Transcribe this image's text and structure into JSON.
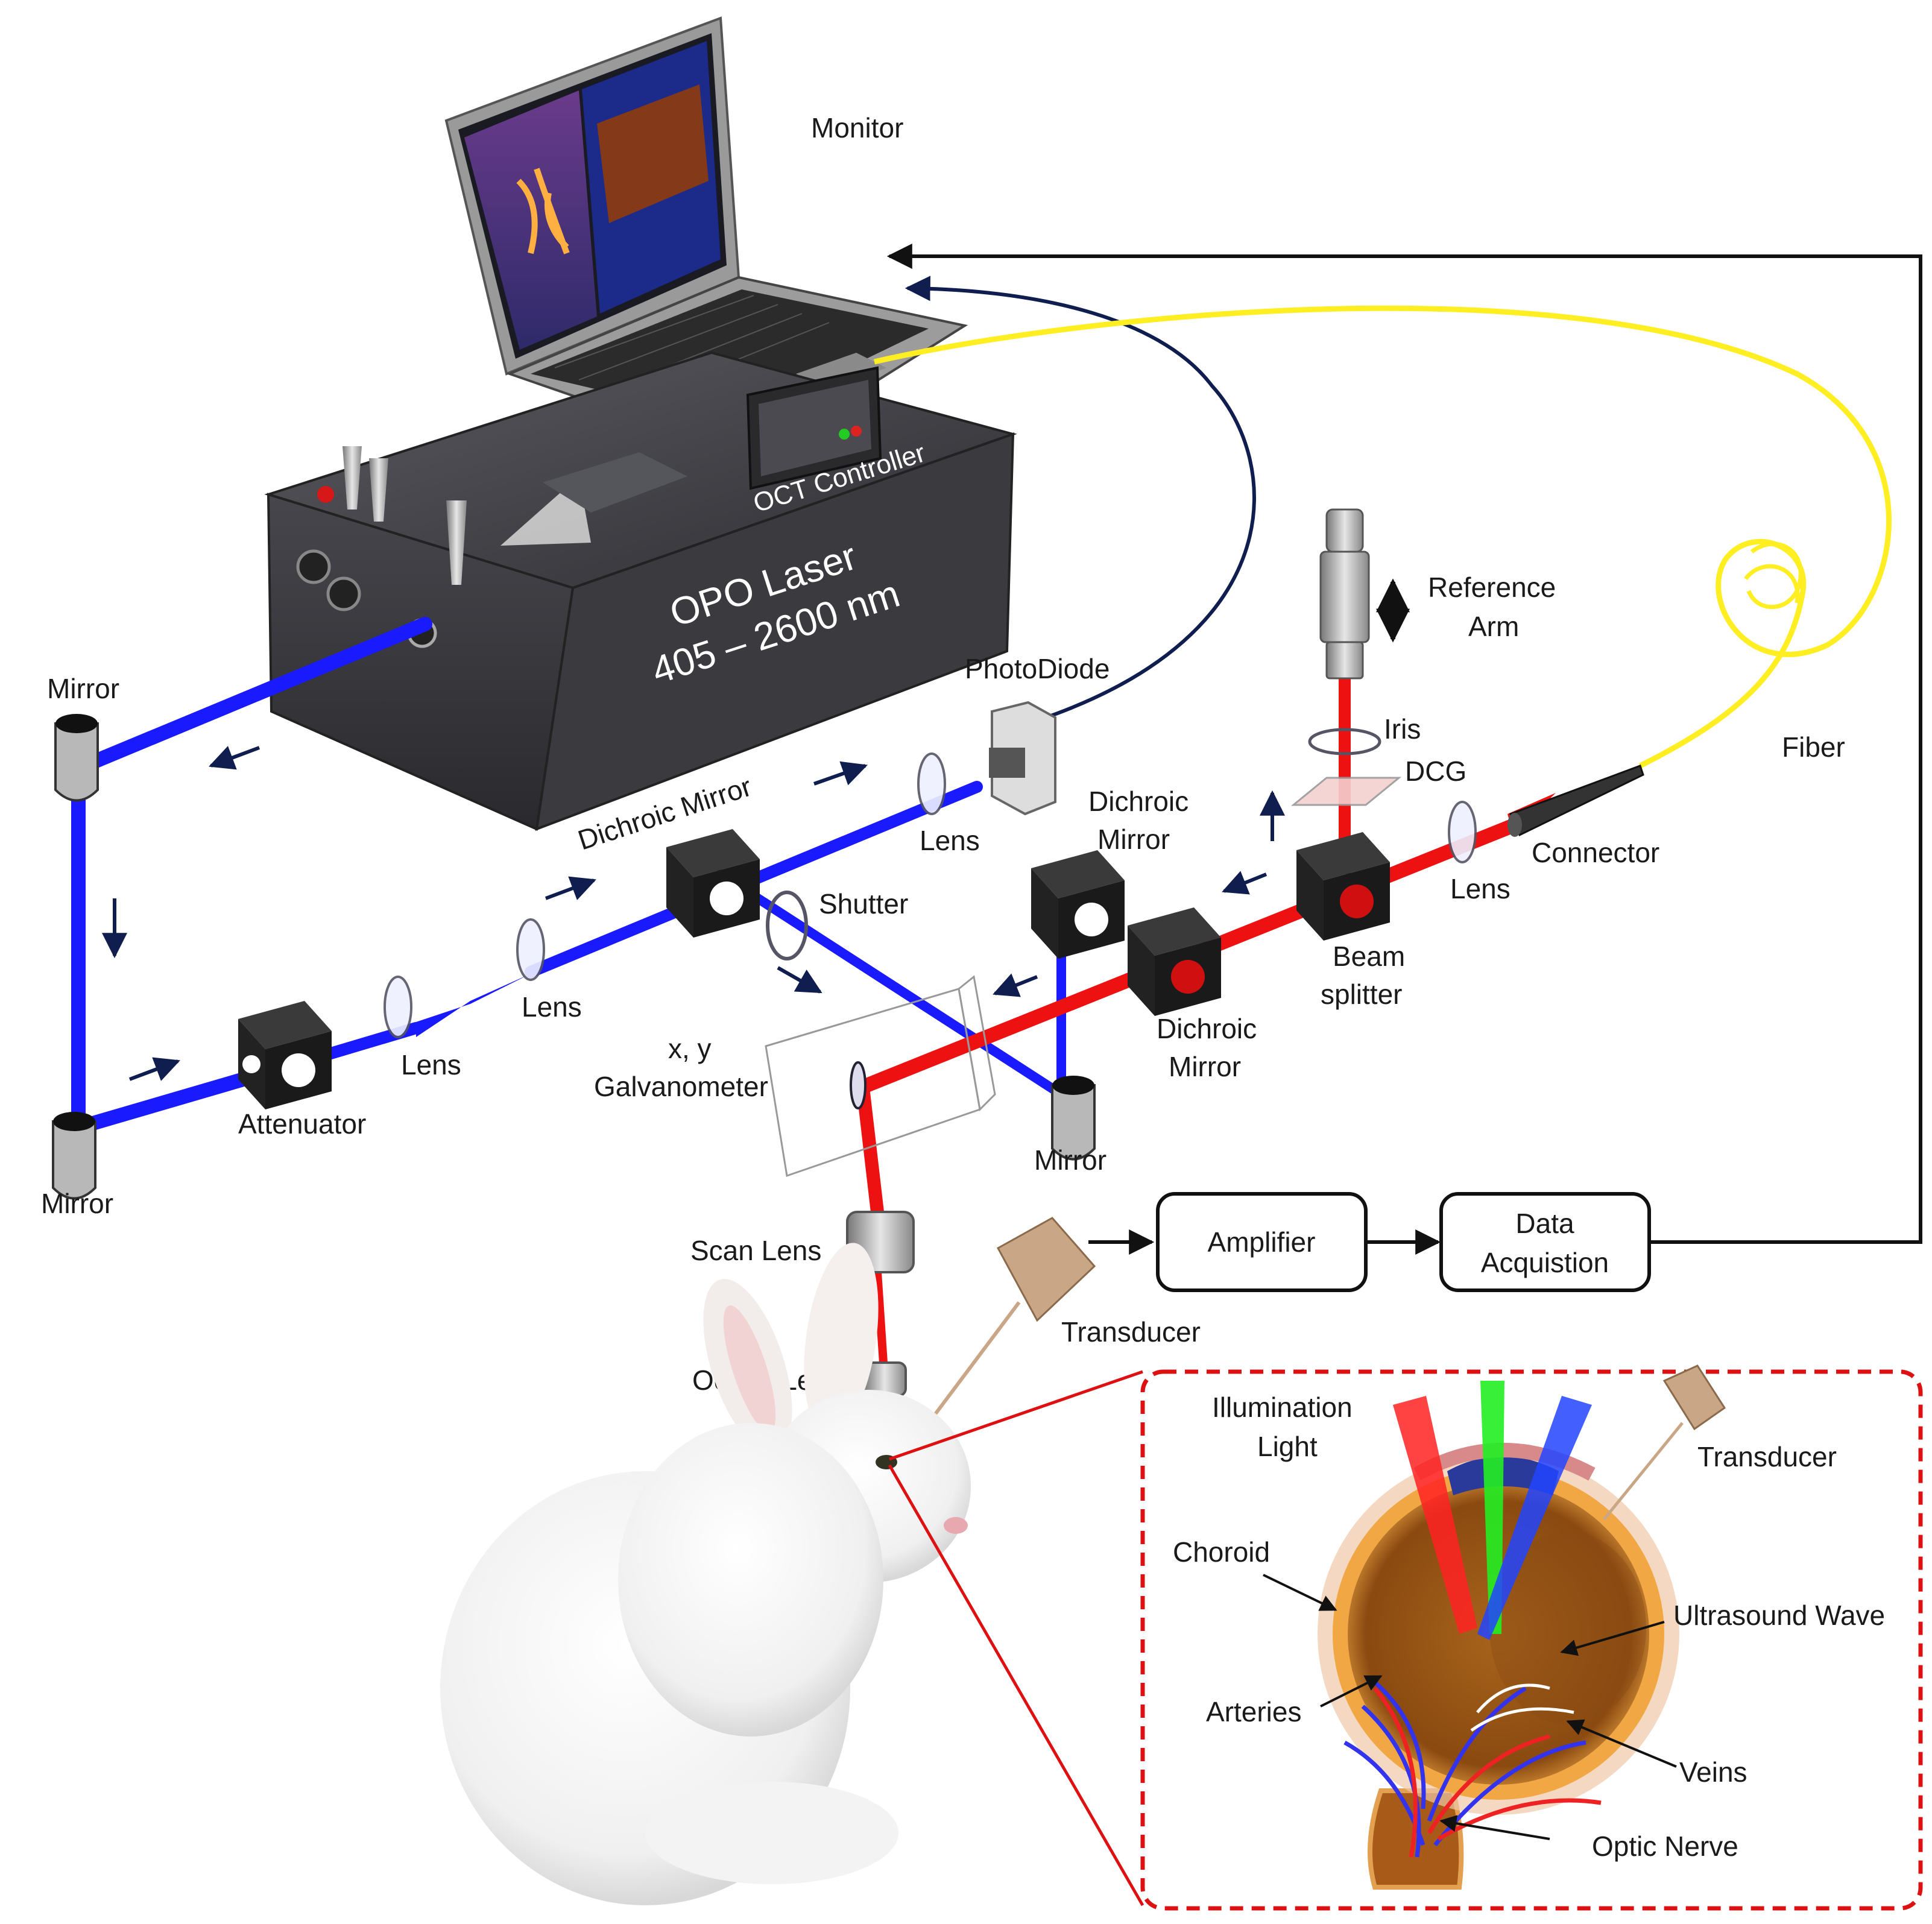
{
  "colors": {
    "blue_beam": "#1a1aff",
    "red_beam": "#ee1111",
    "fiber": "#ffee22",
    "signal_line": "#111111",
    "photodiode_cable": "#0f1d4f",
    "inset_border": "#dd1111",
    "laser_box": "#3a3a3e"
  },
  "labels": {
    "monitor": "Monitor",
    "oct_controller": "OCT Controller",
    "opo_line1": "OPO Laser",
    "opo_line2": "405 – 2600 nm",
    "mirror_top": "Mirror",
    "mirror_bottom": "Mirror",
    "mirror_right": "Mirror",
    "attenuator": "Attenuator",
    "lens1": "Lens",
    "lens2": "Lens",
    "lens3": "Lens",
    "lens4": "Lens",
    "dichroic1": "Dichroic Mirror",
    "dichroic2_l1": "Dichroic",
    "dichroic2_l2": "Mirror",
    "dichroic3_l1": "Dichroic",
    "dichroic3_l2": "Mirror",
    "shutter": "Shutter",
    "photodiode": "PhotoDiode",
    "galvo_l1": "x, y",
    "galvo_l2": "Galvanometer",
    "reference_l1": "Reference",
    "reference_l2": "Arm",
    "iris": "Iris",
    "dcg": "DCG",
    "beam_l1": "Beam",
    "beam_l2": "splitter",
    "connector": "Connector",
    "fiber": "Fiber",
    "scan_lens": "Scan Lens",
    "ocular_lens": "Ocular Lens",
    "transducer": "Transducer",
    "amplifier": "Amplifier",
    "daq_l1": "Data",
    "daq_l2": "Acquistion"
  },
  "inset": {
    "illumination_l1": "Illumination",
    "illumination_l2": "Light",
    "transducer": "Transducer",
    "choroid": "Choroid",
    "ultrasound": "Ultrasound Wave",
    "arteries": "Arteries",
    "veins": "Veins",
    "optic_nerve": "Optic Nerve"
  }
}
